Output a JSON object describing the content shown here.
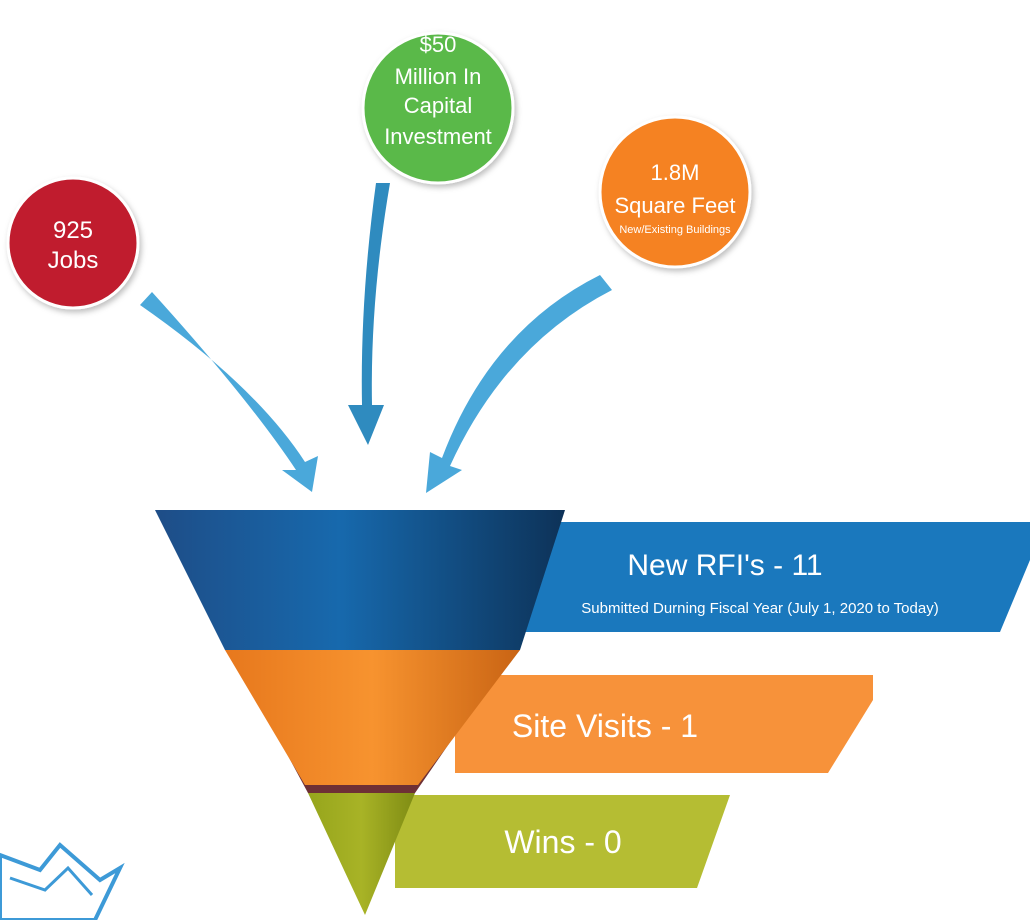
{
  "circles": {
    "jobs": {
      "line1": "925",
      "line2": "Jobs",
      "color": "#c01f2f"
    },
    "capital": {
      "line1": "$50",
      "line2": "Million In",
      "line3": "Capital",
      "line4": "Investment",
      "color": "#5ab948"
    },
    "space": {
      "line1": "1.8M",
      "line2": "Square Feet",
      "line3": "New/Existing Buildings",
      "color": "#f58220"
    }
  },
  "arrows": {
    "color_left": "#4aa3d8",
    "color_mid": "#2f8bbf",
    "color_right": "#4aa3d8"
  },
  "funnel": {
    "stages": [
      {
        "label": "New RFI's  - 11",
        "sublabel": "Submitted Durning Fiscal Year (July 1, 2020 to Today)",
        "color": "#1a78bd"
      },
      {
        "label": "Site Visits - 1",
        "color": "#f7923a"
      },
      {
        "label": "Wins - 0",
        "color": "#b5bd33"
      }
    ]
  }
}
